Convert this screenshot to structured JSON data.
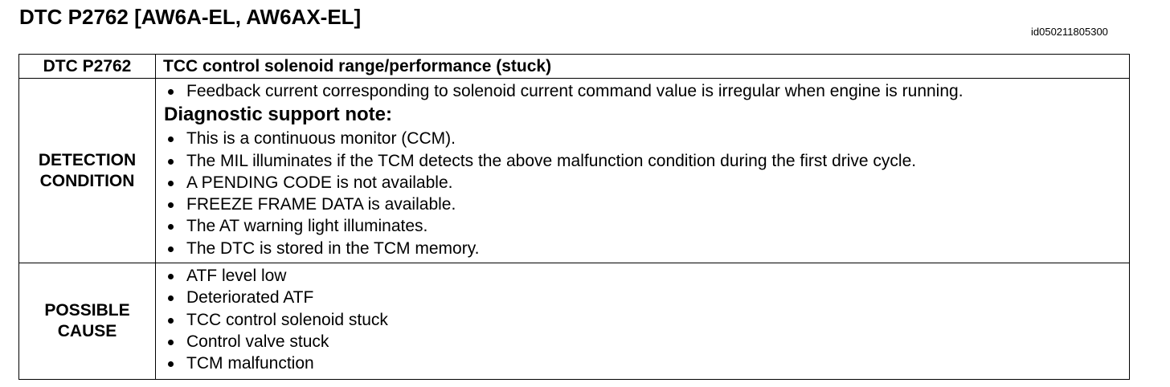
{
  "title": "DTC P2762 [AW6A-EL, AW6AX-EL]",
  "doc_id": "id050211805300",
  "table": {
    "header": {
      "code": "DTC P2762",
      "description": "TCC control solenoid range/performance (stuck)"
    },
    "detection": {
      "label_line1": "DETECTION",
      "label_line2": "CONDITION",
      "items_top": [
        "Feedback current corresponding to solenoid current command value is irregular when engine is running."
      ],
      "support_note_heading": "Diagnostic support note:",
      "items_notes": [
        "This is a continuous monitor (CCM).",
        "The MIL illuminates if the TCM detects the above malfunction condition during the first drive cycle.",
        "A PENDING CODE is not available.",
        "FREEZE FRAME DATA is available.",
        "The AT warning light illuminates.",
        "The DTC is stored in the TCM memory."
      ]
    },
    "cause": {
      "label_line1": "POSSIBLE",
      "label_line2": "CAUSE",
      "items": [
        "ATF level low",
        "Deteriorated ATF",
        "TCC control solenoid stuck",
        "Control valve stuck",
        "TCM malfunction"
      ]
    }
  }
}
